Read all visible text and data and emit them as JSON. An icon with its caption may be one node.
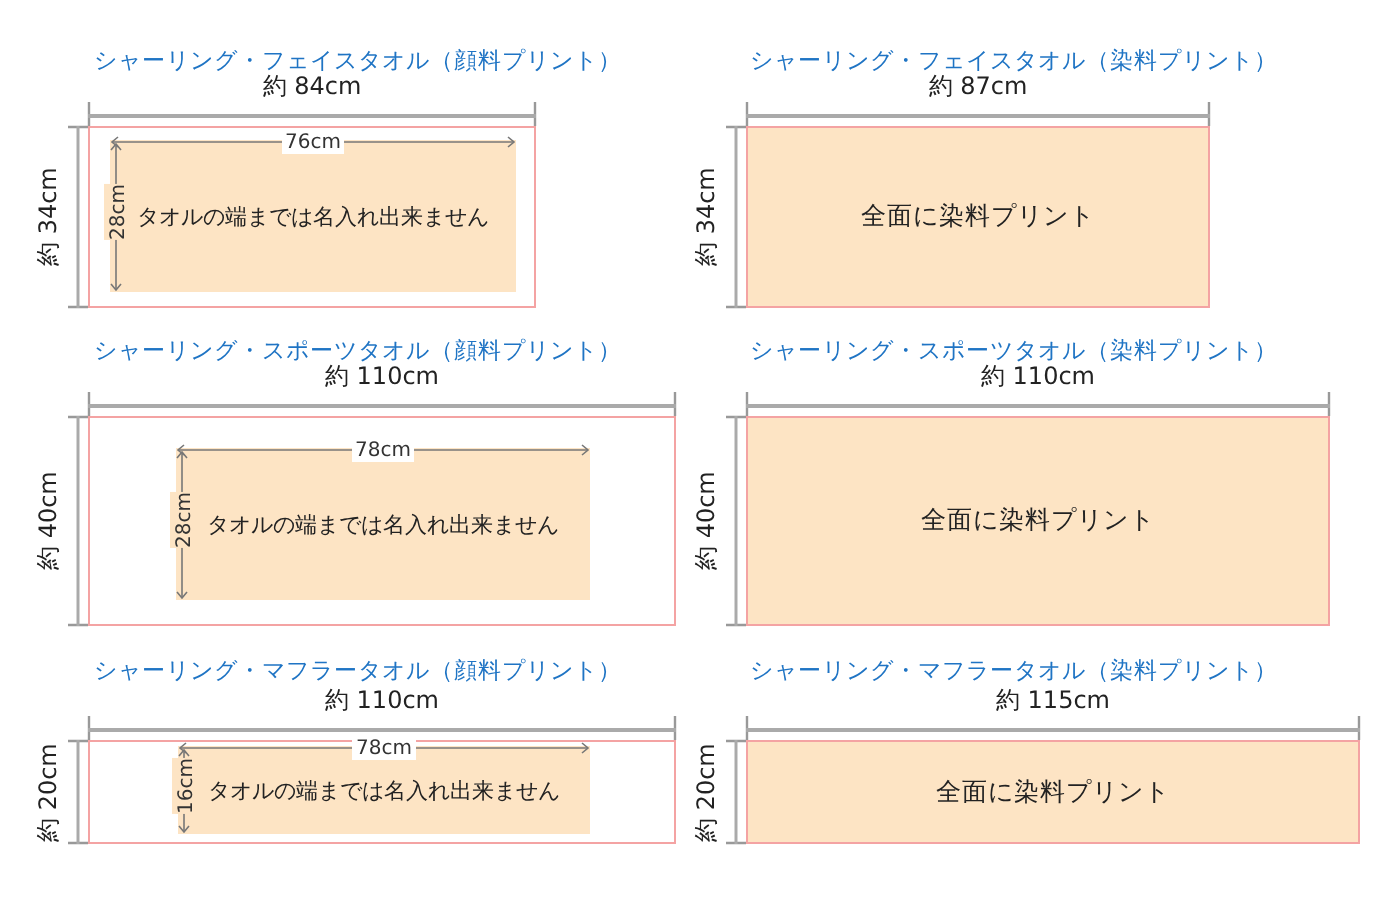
{
  "diagram": {
    "nodes": [
      {
        "text": [
          "シャーリング・フェイスタオル（顔料プリント）"
        ]
      },
      {
        "text": [
          "タオルの端までは名入れ出来ません"
        ],
        "in": 0
      },
      {
        "text": [
          "シャーリング・フェイスタオル（染料プリント）"
        ]
      },
      {
        "text": [
          "全面に染料プリント"
        ],
        "in": 2
      },
      {
        "text": [
          "シャーリング・スポーツタオル（顔料プリント）"
        ]
      },
      {
        "text": [
          "タオルの端までは名入れ出来ません"
        ],
        "in": 4
      },
      {
        "text": [
          "シャーリング・スポーツタオル（染料プリント）"
        ]
      },
      {
        "text": [
          "全面に染料プリント"
        ],
        "in": 6
      },
      {
        "text": [
          "シャーリング・マフラータオル（顔料プリント）"
        ]
      },
      {
        "text": [
          "タオルの端までは名入れ出来ません"
        ],
        "in": 8
      },
      {
        "text": [
          "シャーリング・マフラータオル（染料プリント）"
        ]
      },
      {
        "text": [
          "全面に染料プリント"
        ],
        "in": 10
      }
    ],
    "labels": [
      "約 84cm",
      "76cm",
      "約 34cm",
      "28cm",
      "約 87cm",
      "約 34cm",
      "約 110cm",
      "78cm",
      "約 40cm",
      "28cm",
      "約 110cm",
      "約 40cm",
      "約 110cm",
      "78cm",
      "約 20cm",
      "16cm",
      "約 115cm",
      "約 20cm"
    ]
  }
}
